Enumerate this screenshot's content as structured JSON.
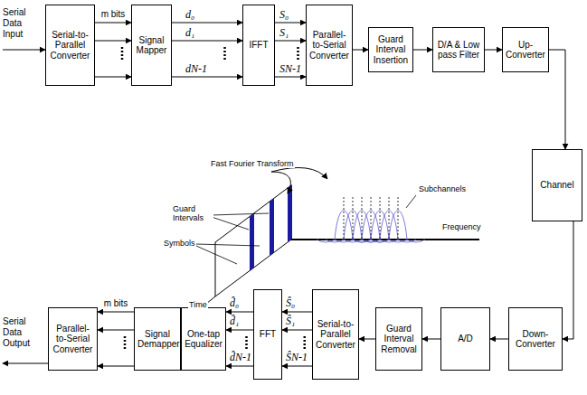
{
  "diagram": {
    "nodes": [
      {
        "text": [
          "Serial-to-Parallel Converter"
        ]
      },
      {
        "text": [
          "Signal Mapper"
        ]
      },
      {
        "text": [
          "IFFT"
        ]
      },
      {
        "text": [
          "Parallel-to-Serial Converter"
        ]
      },
      {
        "text": [
          "Guard Interval Insertion"
        ]
      },
      {
        "text": [
          "D/A & Low pass Filter"
        ]
      },
      {
        "text": [
          "Up-Converter"
        ]
      },
      {
        "text": [
          "Channel"
        ]
      },
      {
        "text": [
          "Down-Converter"
        ]
      },
      {
        "text": [
          "A/D"
        ]
      },
      {
        "text": [
          "Guard Interval Removal"
        ]
      },
      {
        "text": [
          "Serial-to-Parallel Converter"
        ]
      },
      {
        "text": [
          "FFT"
        ]
      },
      {
        "text": [
          "One-tap Equalizer"
        ]
      },
      {
        "text": [
          "Signal Demapper"
        ]
      },
      {
        "text": [
          "Parallel-to-Serial Converter"
        ]
      }
    ],
    "edges": [
      {
        "from": 0,
        "to": 1,
        "arrow": "to",
        "label": "m bits"
      },
      {
        "from": 1,
        "to": 2,
        "arrow": "to"
      },
      {
        "from": 2,
        "to": 3,
        "arrow": "to"
      },
      {
        "from": 3,
        "to": 4,
        "arrow": "to"
      },
      {
        "from": 4,
        "to": 5,
        "arrow": "to"
      },
      {
        "from": 5,
        "to": 6,
        "arrow": "to"
      },
      {
        "from": 6,
        "to": 7,
        "arrow": "to"
      },
      {
        "from": 7,
        "to": 8,
        "arrow": "to"
      },
      {
        "from": 8,
        "to": 9,
        "arrow": "to"
      },
      {
        "from": 9,
        "to": 10,
        "arrow": "to"
      },
      {
        "from": 10,
        "to": 11,
        "arrow": "to"
      },
      {
        "from": 11,
        "to": 12,
        "arrow": "to"
      },
      {
        "from": 12,
        "to": 13,
        "arrow": "to"
      },
      {
        "from": 13,
        "to": 14,
        "arrow": "to"
      },
      {
        "from": 14,
        "to": 15,
        "arrow": "to",
        "label": "m bits"
      }
    ],
    "labels": [
      "Serial Data Input",
      "d₀",
      "d₁",
      "dN-1",
      "S₀",
      "S₁",
      "SN-1",
      "Fast Fourier Transform",
      "Guard Intervals",
      "Symbols",
      "Subchannels",
      "Frequency",
      "Time",
      "d̂₀",
      "d̂₁",
      "d̂N-1",
      "Ŝ₀",
      "Ŝ₁",
      "ŜN-1",
      "Serial Data Output"
    ]
  }
}
